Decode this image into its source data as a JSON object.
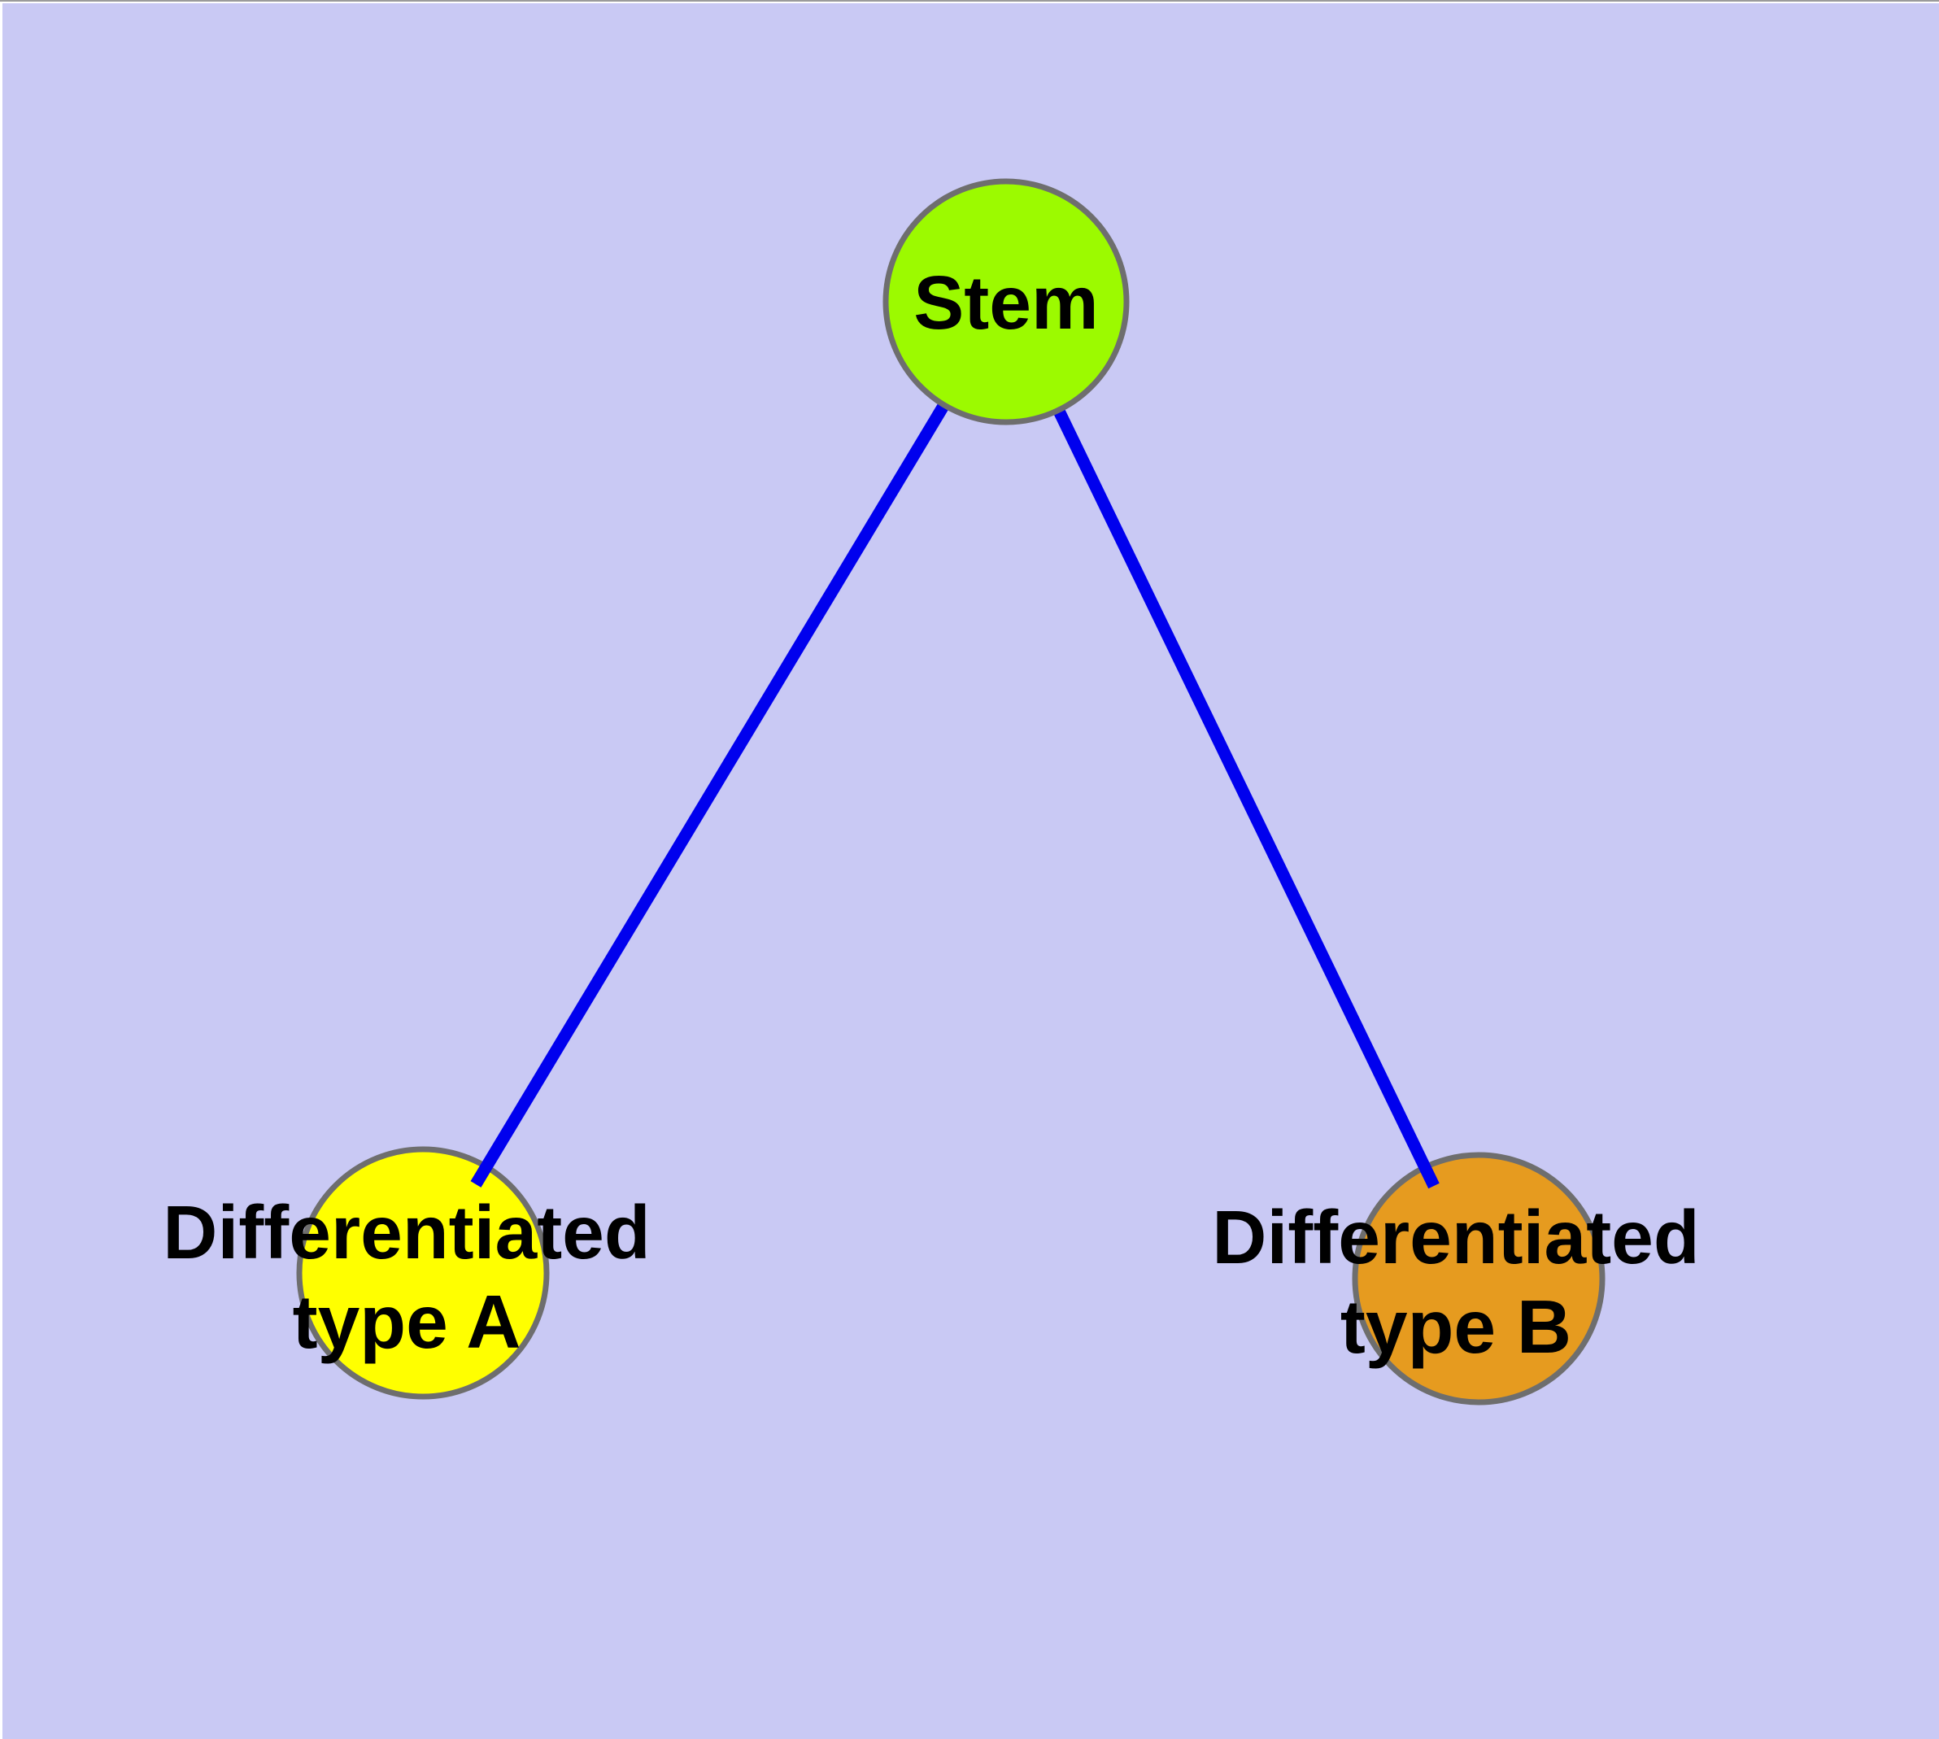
{
  "diagram": {
    "background_color": "#c9c9f4",
    "frame_top_color": "#ffffff",
    "frame_hairline_color": "#9b9b9b",
    "edge_color": "#0000ee",
    "node_border_color": "#6e6e6e",
    "label_color": "#000000",
    "nodes": {
      "stem": {
        "label": "Stem",
        "fill": "#9cfa00"
      },
      "type_a": {
        "label_line1": "Differentiated",
        "label_line2": "type A",
        "fill": "#ffff00"
      },
      "type_b": {
        "label_line1": "Differentiated",
        "label_line2": "type B",
        "fill": "#e69b1f"
      }
    },
    "edges": [
      {
        "from": "stem",
        "to": "type_a"
      },
      {
        "from": "stem",
        "to": "type_b"
      }
    ]
  }
}
